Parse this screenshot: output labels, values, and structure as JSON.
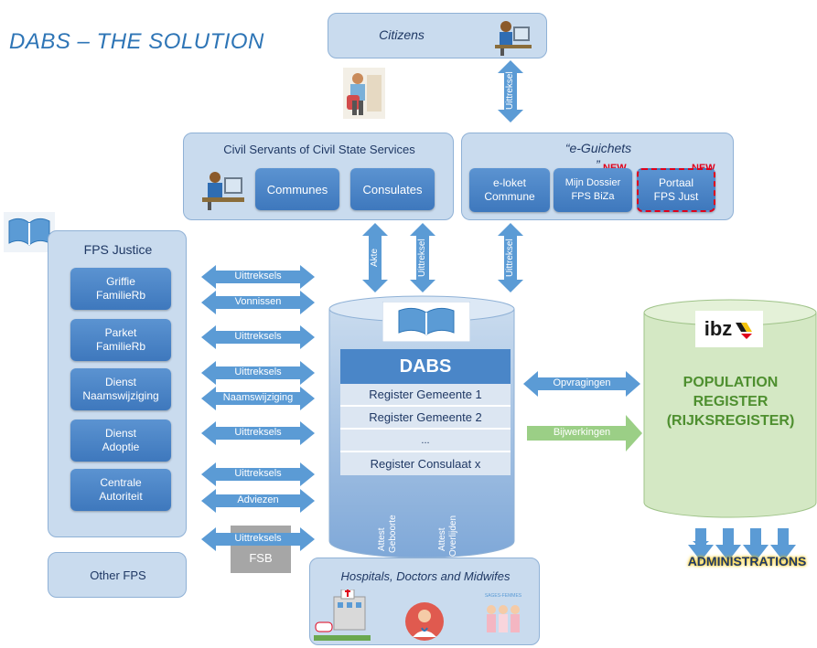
{
  "title": "DABS – THE SOLUTION",
  "citizens": {
    "label": "Citizens"
  },
  "civil_servants": {
    "title": "Civil Servants of Civil State Services",
    "buttons": [
      "Communes",
      "Consulates"
    ]
  },
  "e_guichets": {
    "title": "“e-Guichets",
    "quote_close": "”",
    "new_badge": "NEW",
    "buttons": [
      {
        "l1": "e-loket",
        "l2": "Commune"
      },
      {
        "l1": "Mijn Dossier",
        "l2": "FPS BiZa"
      },
      {
        "l1": "Portaal",
        "l2": "FPS Just"
      }
    ]
  },
  "fps_justice": {
    "title": "FPS Justice",
    "buttons": [
      {
        "l1": "Griffie",
        "l2": "FamilieRb"
      },
      {
        "l1": "Parket",
        "l2": "FamilieRb"
      },
      {
        "l1": "Dienst",
        "l2": "Naamswijziging"
      },
      {
        "l1": "Dienst",
        "l2": "Adoptie"
      },
      {
        "l1": "Centrale",
        "l2": "Autoriteit"
      }
    ]
  },
  "other_fps": {
    "label": "Other FPS"
  },
  "fsb": {
    "label": "FSB"
  },
  "side_arrows": [
    "Uittreksels",
    "Vonnissen",
    "Uittreksels",
    "Uittreksels",
    "Naamswijziging",
    "Uittreksels",
    "Uittreksels",
    "Adviezen",
    "Uittreksels"
  ],
  "vertical_arrows": {
    "citizens": "Uittreksel",
    "akte": "Akte",
    "civil_uittreksel": "Uittreksel",
    "eguichet_uittreksel": "Uittreksel",
    "attest_geboorte": [
      "Attest",
      "Geboorte"
    ],
    "attest_overlijden": [
      "Attest",
      "Overlijden"
    ]
  },
  "dabs": {
    "title": "DABS",
    "rows": [
      "Register Gemeente 1",
      "Register Gemeente 2",
      "...",
      "Register Consulaat x"
    ]
  },
  "opvragingen": "Opvragingen",
  "bijwerkingen": "Bijwerkingen",
  "population": {
    "logo": "ibz",
    "lines": [
      "POPULATION",
      "REGISTER",
      "(RIJKSREGISTER)"
    ]
  },
  "administrations": "ADMINISTRATIONS",
  "hospitals": {
    "title": "Hospitals, Doctors and Midwifes",
    "sages": "SAGES-FEMMES"
  },
  "colors": {
    "title": "#2e75b6",
    "arrow": "#5b9bd5",
    "green_arrow": "#9bcf86",
    "population_fill": "#d4e8c4",
    "population_text": "#4e8f2f",
    "new": "#e0001b"
  }
}
